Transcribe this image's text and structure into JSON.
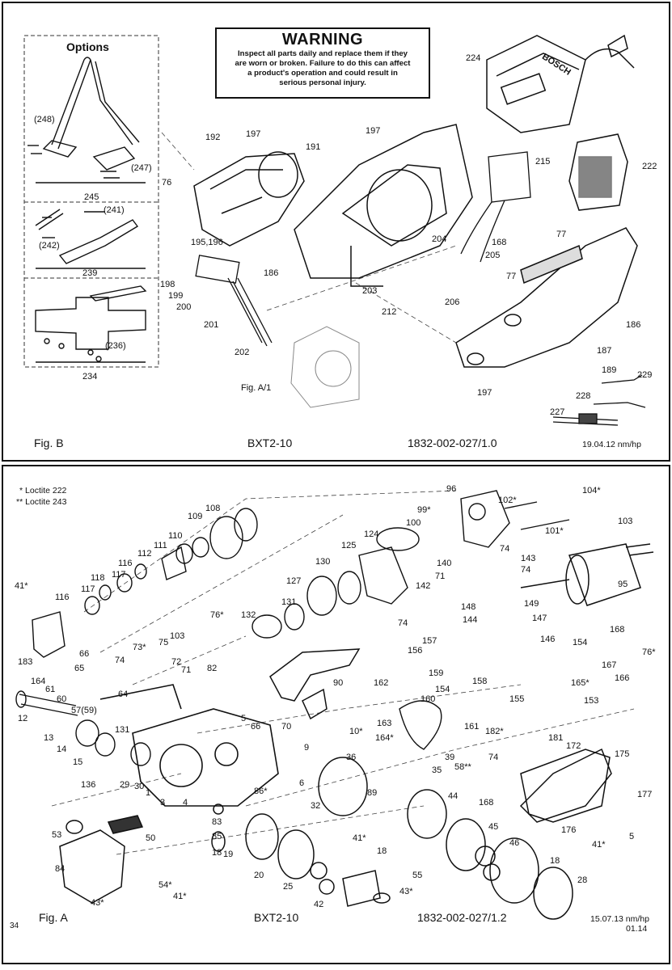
{
  "page_number": "34",
  "fig_b": {
    "caption": "Fig. B",
    "model": "BXT2-10",
    "doc_number": "1832-002-027/1.0",
    "date": "19.04.12 nm/hp",
    "warning": {
      "title": "WARNING",
      "lines": [
        "Inspect all parts daily and replace them if they",
        "are worn or broken. Failure to do this can affect",
        "a product's operation and could result in",
        "serious personal injury."
      ]
    },
    "options_title": "Options",
    "charger_brand": "BOSCH",
    "part_labels": [
      "224",
      "222",
      "192",
      "197",
      "191",
      "76",
      "195,196",
      "197",
      "215",
      "77",
      "168",
      "204",
      "205",
      "186",
      "198",
      "199",
      "200",
      "201",
      "202",
      "203",
      "212",
      "206",
      "77",
      "186",
      "187",
      "189",
      "229",
      "228",
      "227",
      "197",
      "Fig. A/1",
      "(248)",
      "(247)",
      "245",
      "(241)",
      "(242)",
      "239",
      "(236)",
      "234"
    ]
  },
  "fig_a": {
    "caption": "Fig. A",
    "model": "BXT2-10",
    "doc_number": "1832-002-027/1.2",
    "date_line1": "15.07.13 nm/hp",
    "date_line2": "01.14",
    "legend": [
      {
        "mark": "*",
        "text": "Loctite 222"
      },
      {
        "mark": "**",
        "text": "Loctite 243"
      }
    ],
    "part_labels": [
      "96",
      "102*",
      "104*",
      "99*",
      "100",
      "103",
      "101*",
      "108",
      "109",
      "110",
      "111",
      "112",
      "116",
      "117",
      "118",
      "116",
      "41*",
      "117",
      "124",
      "125",
      "130",
      "127",
      "140",
      "74",
      "143",
      "74",
      "95",
      "131",
      "132",
      "142",
      "71",
      "148",
      "149",
      "74",
      "144",
      "147",
      "76*",
      "103",
      "73*",
      "75",
      "183",
      "66",
      "74",
      "72",
      "71",
      "82",
      "164",
      "65",
      "61",
      "60",
      "64",
      "156",
      "157",
      "159",
      "158",
      "146",
      "154",
      "167",
      "165*",
      "166",
      "168",
      "76*",
      "153",
      "162",
      "154",
      "160",
      "155",
      "161",
      "12",
      "57(59)",
      "13",
      "14",
      "15",
      "131",
      "136",
      "29",
      "30",
      "1",
      "3",
      "4",
      "5",
      "66",
      "70",
      "9",
      "10*",
      "163",
      "164*",
      "182*",
      "181",
      "172",
      "175",
      "35",
      "39",
      "58**",
      "36",
      "6",
      "86*",
      "74",
      "32",
      "168",
      "177",
      "44",
      "41*",
      "176",
      "41*",
      "5",
      "53",
      "50",
      "84",
      "83",
      "85",
      "18",
      "19",
      "20",
      "25",
      "42",
      "18",
      "45",
      "46",
      "18",
      "28",
      "43*",
      "55",
      "54*",
      "43*",
      "41*",
      "89",
      "90"
    ]
  }
}
